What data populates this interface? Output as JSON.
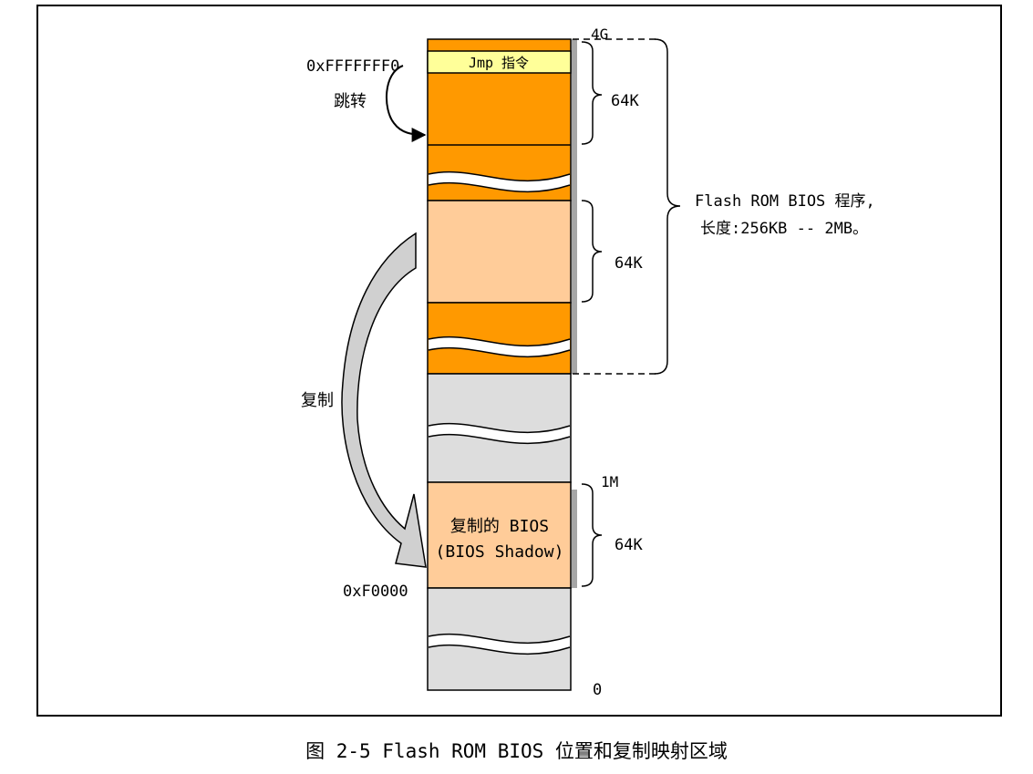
{
  "diagram": {
    "top_address_label": "4G",
    "jmp_label": "Jmp 指令",
    "reset_vector_label": "0xFFFFFFF0",
    "jump_label": "跳转",
    "size_64k_upper": "64K",
    "size_64k_middle": "64K",
    "size_64k_lower": "64K",
    "bios_desc_line1": "Flash ROM BIOS 程序,",
    "bios_desc_line2": "长度:256KB -- 2MB。",
    "copy_label": "复制",
    "mark_1m_label": "1M",
    "shadow_line1": "复制的 BIOS",
    "shadow_line2": "(BIOS Shadow)",
    "shadow_address_label": "0xF0000",
    "bottom_address_label": "0"
  },
  "caption": "图 2-5 Flash ROM BIOS 位置和复制映射区域",
  "colors": {
    "rom_orange": "#FF9900",
    "rom_light": "#FFCC99",
    "ram_gray": "#DDDDDD",
    "jmp_yellow": "#FFFF99",
    "copy_arrow_fill": "#D0D0D0",
    "side_bar": "#A6A6A6"
  }
}
